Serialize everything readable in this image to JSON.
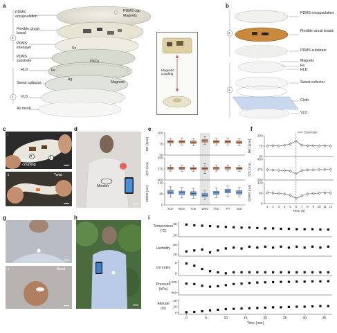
{
  "panels": {
    "a": "a",
    "b": "b",
    "c": "c",
    "d": "d",
    "e": "e",
    "f": "f",
    "g": "g",
    "h": "h",
    "i": "i"
  },
  "a": {
    "layers_left": [
      "PDMS encapsulation",
      "Flexible circuit board",
      "PDMS interlayer",
      "PDMS substrate",
      "HLD",
      "Sweat collector",
      "VLD",
      "Au mesh"
    ],
    "group2": "2",
    "group1": "1",
    "inline": {
      "cap": "PDMS cap",
      "magnets_top": "Magnets",
      "sn": "Sn",
      "ptcu": "Pt/Cu",
      "fe": "Fe",
      "ag": "Ag",
      "magnets_mid": "Magnets"
    },
    "inset_label": "Magnetic coupling"
  },
  "b": {
    "layers_right": [
      "PDMS encapsulation",
      "Flexible circuit board",
      "PDMS substrate",
      "Magnets",
      "Fe",
      "HLD",
      "Sweat collector",
      "Cloth",
      "VLD"
    ],
    "group2": "2",
    "group1": "1"
  },
  "c": {
    "sub1": "i",
    "sub2": "ii",
    "coupling": "Magnetic coupling",
    "twist": "Twist",
    "markers": [
      "2",
      "1"
    ]
  },
  "d": {
    "monitor": "Monitor"
  },
  "g": {
    "sub1": "i",
    "sub2": "ii",
    "bend": "Bend"
  },
  "chart_data": [
    {
      "type": "box",
      "panel": "e",
      "categories": [
        "Sun",
        "Mon",
        "Tue",
        "Wed",
        "Thu",
        "Fri",
        "Sat"
      ],
      "highlight_category": "Wed",
      "rows": [
        {
          "ylabel": "HR (bpm)",
          "yticks": [
            50,
            75,
            100
          ],
          "ylim": [
            50,
            100
          ],
          "color": "#d98a5b",
          "median": [
            80,
            80,
            79,
            82,
            80,
            80,
            79
          ],
          "q1": [
            77,
            77,
            76,
            79,
            77,
            77,
            76
          ],
          "q3": [
            83,
            83,
            82,
            85,
            83,
            83,
            82
          ],
          "min": [
            72,
            72,
            71,
            74,
            72,
            72,
            71
          ],
          "max": [
            88,
            88,
            87,
            92,
            88,
            88,
            87
          ]
        },
        {
          "ylabel": "QTc (ms)",
          "yticks": [
            300,
            375,
            450
          ],
          "ylim": [
            300,
            450
          ],
          "color": "#d98a5b",
          "median": [
            380,
            380,
            378,
            378,
            380,
            381,
            379
          ],
          "q1": [
            372,
            372,
            370,
            370,
            372,
            373,
            371
          ],
          "q3": [
            388,
            388,
            386,
            386,
            388,
            389,
            387
          ],
          "min": [
            360,
            360,
            358,
            345,
            360,
            361,
            359
          ],
          "max": [
            400,
            400,
            398,
            410,
            400,
            401,
            399
          ]
        },
        {
          "ylabel": "SDRR (ms)",
          "yticks": [
            0,
            60,
            120
          ],
          "ylim": [
            0,
            120
          ],
          "color": "#6f9fd8",
          "median": [
            70,
            65,
            62,
            52,
            65,
            75,
            68
          ],
          "q1": [
            60,
            55,
            52,
            44,
            56,
            65,
            58
          ],
          "q3": [
            80,
            75,
            72,
            62,
            74,
            85,
            78
          ],
          "min": [
            42,
            38,
            35,
            30,
            40,
            48,
            44
          ],
          "max": [
            98,
            95,
            90,
            80,
            92,
            104,
            96
          ]
        }
      ]
    },
    {
      "type": "line",
      "panel": "f",
      "x": [
        1,
        2,
        3,
        4,
        5,
        6,
        7,
        8,
        9,
        10,
        11,
        12
      ],
      "xlabel": "Time (h)",
      "annotation": "Exercise",
      "event_x": 6,
      "rows": [
        {
          "ylabel": "HR (bpm)",
          "yticks": [
            50,
            75,
            100
          ],
          "ylim": [
            50,
            100
          ],
          "y": [
            75,
            76,
            75,
            77,
            80,
            87,
            77,
            76,
            76,
            75,
            76,
            75
          ]
        },
        {
          "ylabel": "QTc (ms)",
          "yticks": [
            300,
            375,
            450
          ],
          "ylim": [
            300,
            450
          ],
          "y": [
            375,
            372,
            370,
            368,
            365,
            345,
            368,
            372,
            373,
            375,
            376,
            376
          ]
        },
        {
          "ylabel": "SDRR (ms)",
          "yticks": [
            0,
            60,
            120
          ],
          "ylim": [
            0,
            120
          ],
          "y": [
            62,
            60,
            58,
            55,
            48,
            30,
            45,
            55,
            58,
            60,
            62,
            60
          ]
        }
      ]
    },
    {
      "type": "scatter",
      "panel": "i",
      "x": [
        0,
        2,
        4,
        6,
        8,
        10,
        12,
        14,
        16,
        18,
        20,
        22,
        24,
        26,
        28,
        30,
        32,
        34,
        36
      ],
      "xticks": [
        0,
        5,
        10,
        15,
        20,
        25,
        30,
        35
      ],
      "xlim": [
        -2,
        37
      ],
      "xlabel": "Time (min)",
      "rows": [
        {
          "ylabel": "Temperature (°C)",
          "yticks": [
            20,
            35
          ],
          "ylim": [
            18,
            38
          ],
          "y": [
            34,
            33,
            32.5,
            32,
            31.5,
            31,
            30.5,
            30,
            30,
            29.5,
            29,
            29,
            28.5,
            28.5,
            28,
            28,
            28,
            27.5,
            27.5
          ]
        },
        {
          "ylabel": "Humidity",
          "yticks": [
            25,
            30
          ],
          "ylim": [
            24,
            32
          ],
          "y": [
            26.5,
            27,
            27.5,
            26,
            27,
            28,
            28.5,
            28,
            29,
            28.5,
            29,
            28.5,
            29,
            28.5,
            29,
            28.5,
            29,
            28.5,
            29
          ]
        },
        {
          "ylabel": "UV index",
          "yticks": [
            0,
            5
          ],
          "ylim": [
            -1,
            6
          ],
          "y": [
            4.5,
            3.5,
            2,
            1,
            0.5,
            0,
            0.5,
            0.5,
            0.5,
            0.5,
            0.5,
            0.5,
            0.5,
            0.5,
            0.5,
            0.5,
            0.5,
            0.5,
            0.5
          ]
        },
        {
          "ylabel": "Pressure (hPa)",
          "yticks": [
            950,
            1000
          ],
          "ylim": [
            940,
            1010
          ],
          "y": [
            992,
            990,
            982,
            978,
            980,
            985,
            990,
            992,
            995,
            997,
            998,
            999,
            1000,
            1000,
            1001,
            1001,
            1002,
            1002,
            1003
          ]
        },
        {
          "ylabel": "Altitude (m)",
          "yticks": [
            0,
            20,
            40
          ],
          "ylim": [
            -5,
            45
          ],
          "y": [
            2,
            3,
            5,
            8,
            10,
            12,
            13,
            14,
            15,
            16,
            17,
            18,
            18,
            19,
            20,
            20,
            21,
            22,
            22
          ]
        }
      ]
    }
  ]
}
